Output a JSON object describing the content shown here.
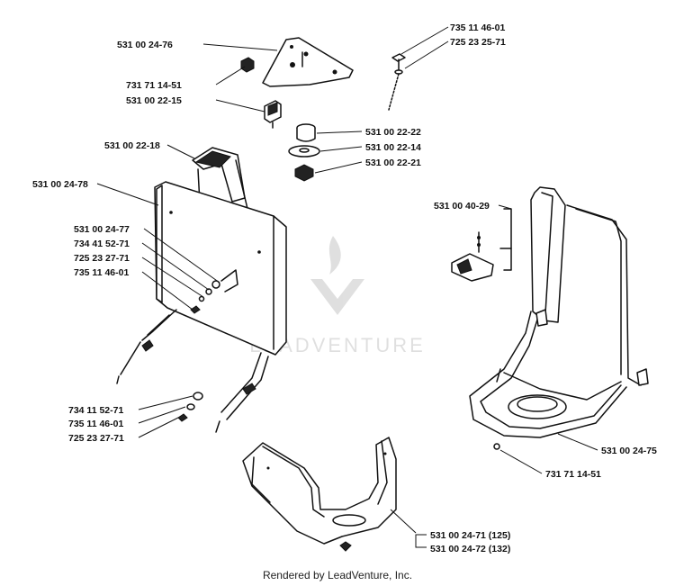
{
  "diagram": {
    "labels": {
      "p_531_00_24_76": "531 00 24-76",
      "p_731_71_14_51_top": "731 71 14-51",
      "p_531_00_22_15": "531 00 22-15",
      "p_735_11_46_01_top": "735 11 46-01",
      "p_725_23_25_71": "725 23 25-71",
      "p_531_00_22_22": "531 00 22-22",
      "p_531_00_22_14": "531 00 22-14",
      "p_531_00_22_21": "531 00 22-21",
      "p_531_00_22_18": "531 00 22-18",
      "p_531_00_24_78": "531 00 24-78",
      "p_531_00_24_77": "531 00 24-77",
      "p_734_41_52_71": "734 41 52-71",
      "p_725_23_27_71_mid": "725 23 27-71",
      "p_735_11_46_01_mid": "735 11 46-01",
      "p_531_00_40_29": "531 00 40-29",
      "p_734_11_52_71": "734 11 52-71",
      "p_735_11_46_01_low": "735 11 46-01",
      "p_725_23_27_71_low": "725 23 27-71",
      "p_531_00_24_75": "531 00 24-75",
      "p_731_71_14_51_low": "731 71 14-51",
      "p_531_00_24_71": "531 00 24-71 (125)",
      "p_531_00_24_72": "531 00 24-72 (132)"
    },
    "watermark": "LEADVENTURE"
  },
  "footer": {
    "credit": "Rendered by LeadVenture, Inc."
  }
}
